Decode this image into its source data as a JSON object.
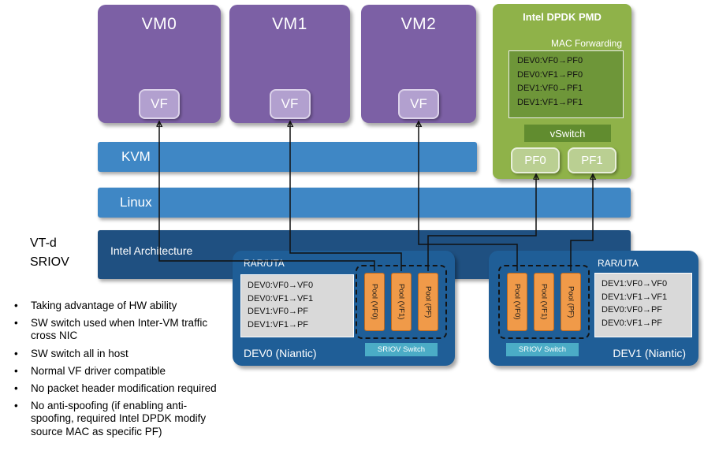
{
  "vms": [
    {
      "title": "VM0",
      "vf": "VF"
    },
    {
      "title": "VM1",
      "vf": "VF"
    },
    {
      "title": "VM2",
      "vf": "VF"
    }
  ],
  "dpdk": {
    "title": "Intel DPDK PMD",
    "mac_forwarding_label": "MAC Forwarding",
    "mac_table": [
      "DEV0:VF0→PF0",
      "DEV0:VF1→PF0",
      "DEV1:VF0→PF1",
      "DEV1:VF1→PF1"
    ],
    "vswitch": "vSwitch",
    "pf0": "PF0",
    "pf1": "PF1"
  },
  "layers": {
    "kvm": "KVM",
    "linux": "Linux",
    "intel_architecture": "Intel Architecture"
  },
  "side_label": {
    "line1": "VT-d",
    "line2": "SRIOV"
  },
  "devices": [
    {
      "title": "DEV0 (Niantic)",
      "rar": "RAR/UTA",
      "table": [
        "DEV0:VF0→VF0",
        "DEV0:VF1→VF1",
        "DEV1:VF0→PF",
        "DEV1:VF1→PF"
      ],
      "pools": [
        "Pool (VF0)",
        "Pool (VF1)",
        "Pool (PF)"
      ],
      "switch": "SRIOV Switch"
    },
    {
      "title": "DEV1 (Niantic)",
      "rar": "RAR/UTA",
      "table": [
        "DEV1:VF0→VF0",
        "DEV1:VF1→VF1",
        "DEV0:VF0→PF",
        "DEV0:VF1→PF"
      ],
      "pools": [
        "Pool (VF0)",
        "Pool (VF1)",
        "Pool (PF)"
      ],
      "switch": "SRIOV Switch"
    }
  ],
  "bullets": [
    "Taking advantage of HW ability",
    "SW switch used when Inter-VM traffic cross NIC",
    "SW switch all in host",
    "Normal VF driver compatible",
    "No packet header modification required",
    "No anti-spoofing (if enabling anti-spoofing, required Intel DPDK modify source MAC as specific PF)"
  ]
}
